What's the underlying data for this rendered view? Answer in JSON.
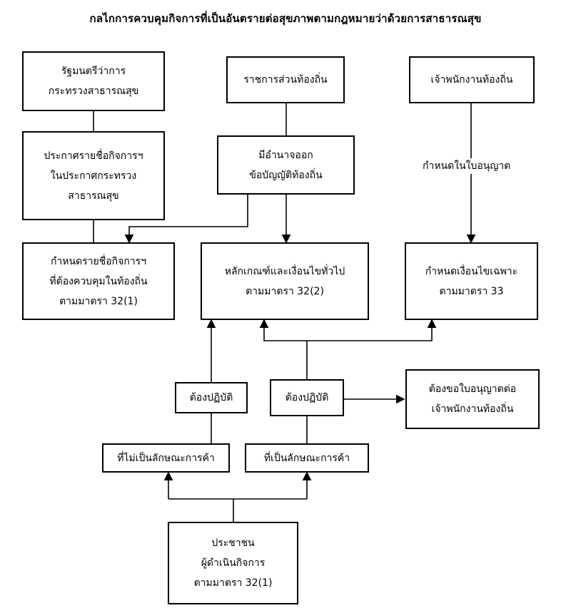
{
  "title": "กลไกการควบคุมกิจการที่เป็นอันตรายต่อสุขภาพตามกฎหมายว่าด้วยการสาธารณสุข",
  "boxes": {
    "minister": [
      "รัฐมนตรีว่าการ",
      "กระทรวงสาธารณสุข"
    ],
    "local_gov": [
      "ราชการส่วนท้องถิ่น"
    ],
    "local_officer": [
      "เจ้าพนักงานท้องถิ่น"
    ],
    "announce": [
      "ประกาศรายชื่อกิจการฯ",
      "ในประกาศกระทรวง",
      "สาธารณสุข"
    ],
    "authority": [
      "มีอำนาจออก",
      "ข้อบัญญัติท้องถิ่น"
    ],
    "designate": [
      "กำหนดรายชื่อกิจการฯ",
      "ที่ต้องควบคุมในท้องถิ่น",
      "ตามมาตรา 32(1)"
    ],
    "general": [
      "หลักเกณฑ์และเงื่อนไขทั่วไป",
      "ตามมาตรา 32(2)"
    ],
    "specific": [
      "กำหนดเงื่อนไขเฉพาะ",
      "ตามมาตรา 33"
    ],
    "comply_left": [
      "ต้องปฏิบัติ"
    ],
    "comply_right": [
      "ต้องปฏิบัติ"
    ],
    "license": [
      "ต้องขอใบอนุญาตต่อ",
      "เจ้าพนักงานท้องถิ่น"
    ],
    "non_trade": [
      "ที่ไม่เป็นลักษณะการค้า"
    ],
    "trade": [
      "ที่เป็นลักษณะการค้า"
    ],
    "public": [
      "ประชาชน",
      "ผู้ดำเนินกิจการ",
      "ตามมาตรา 32(1)"
    ]
  },
  "notes": {
    "license_note": "กำหนดในใบอนุญาต"
  }
}
